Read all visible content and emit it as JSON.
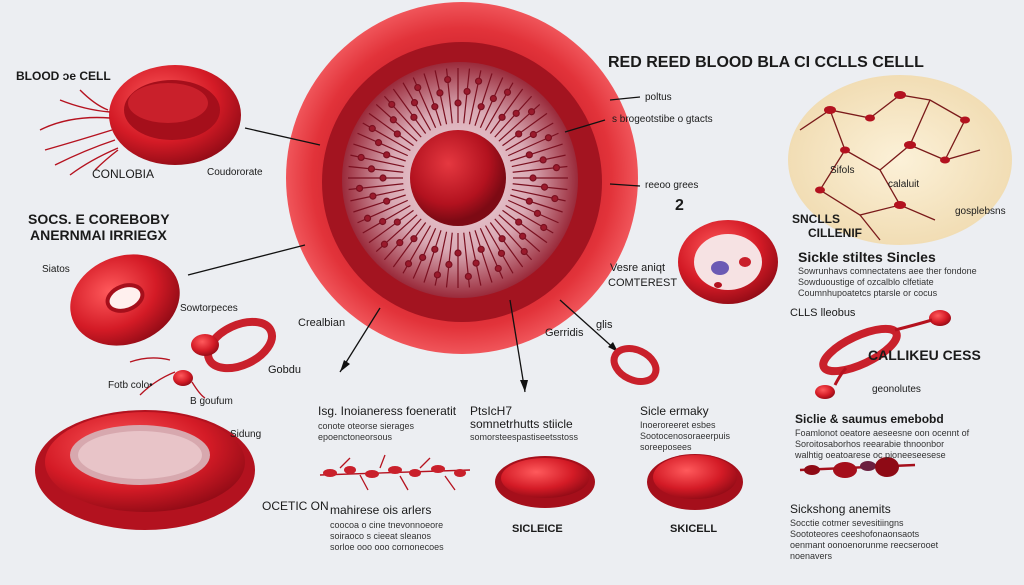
{
  "title": "RED REED BLOOD BLA CI CCLLS  CELLL",
  "labels": {
    "blood_cell": "BLOOD ɔe CELL",
    "conlobia": "CONLOBIA",
    "coudorate": "Coudororate",
    "socs_header_1": "SOCS. E COREBOBY",
    "socs_header_2": "ANERNMAI IRRIEGX",
    "siatos": "Siatos",
    "sowtorpeces": "Sowtorpeces",
    "crealbian": "Crealbian",
    "fotb_colo": "Fotb colo•",
    "gobdu": "Gobdu",
    "bgoufum": "B goufum",
    "sidung": "Sidung",
    "ocetic_on": "OCETIC ON",
    "poltus": "poltus",
    "s_brogeot": "s brogeotstibe  o gtacts",
    "reeoo_grees": "reeoo grees",
    "num_2": "2",
    "vesre_aniqt": "Vesre aniqt",
    "comterest": "COMTEREST",
    "gerridis": "Gerridis",
    "glis": "glis",
    "snclls_1": "SNCLLS",
    "snclls_2": "CILLENIF",
    "sifols": "Sifols",
    "calalult": "calaluit",
    "gosplebsns": "gosplebsns",
    "sickle_heading": "Sickle stiltes Sincles",
    "clls_lleobus": "CLLS lleobus",
    "calluku": "CALLIKEU CESS",
    "geonolutes": "geonolutes",
    "middle_1_title": "Isg. Inoianeress foeneratit",
    "middle_2_title": "PtsIcH7\nsomnetrhutts stiicle",
    "middle_3_title": "Sicle ermaky",
    "right_mid_title": "Siclie & saumus emebobd",
    "mahirese": "mahirese ois arlers",
    "sickle_lower": "SICLEICE",
    "skicell": "SKICELL",
    "sickshong": "Sickshong anemits"
  },
  "paragraphs": {
    "sickle_heading_body": "Sowrunhavs comnectatens aee ther fondone\nSowduoustige of ozcalblo clfetiate\nCoumnhupoatetcs ptarsle or cocus",
    "middle_1_body": "conote oteorse sierages\nepoenctoneorsous",
    "middle_2_body": "somorsteespastiseetsstoss",
    "middle_3_body": "Inoeroreeret esbes\nSootocenosoraeerpuis\nsoreeposees",
    "right_mid_body": "Foamlonot oeatore aeseesne oon ocennt of\nSoroitosaborhos reearabie thnoonbor\nwalhtig oeatoarese oc pioneeseesese",
    "mahirese_body": "coocoa o cine tnevonnoeore\nsoiraoco s cieeat sleanos\nsorloe ooo ooo cornonecoes",
    "sickshong_body": "Socctie cotmer sevesitiingns\nSoototeores ceeshofonaonsaots\noenmant oonoenorunme reecserooet\nnoenavers"
  }
}
